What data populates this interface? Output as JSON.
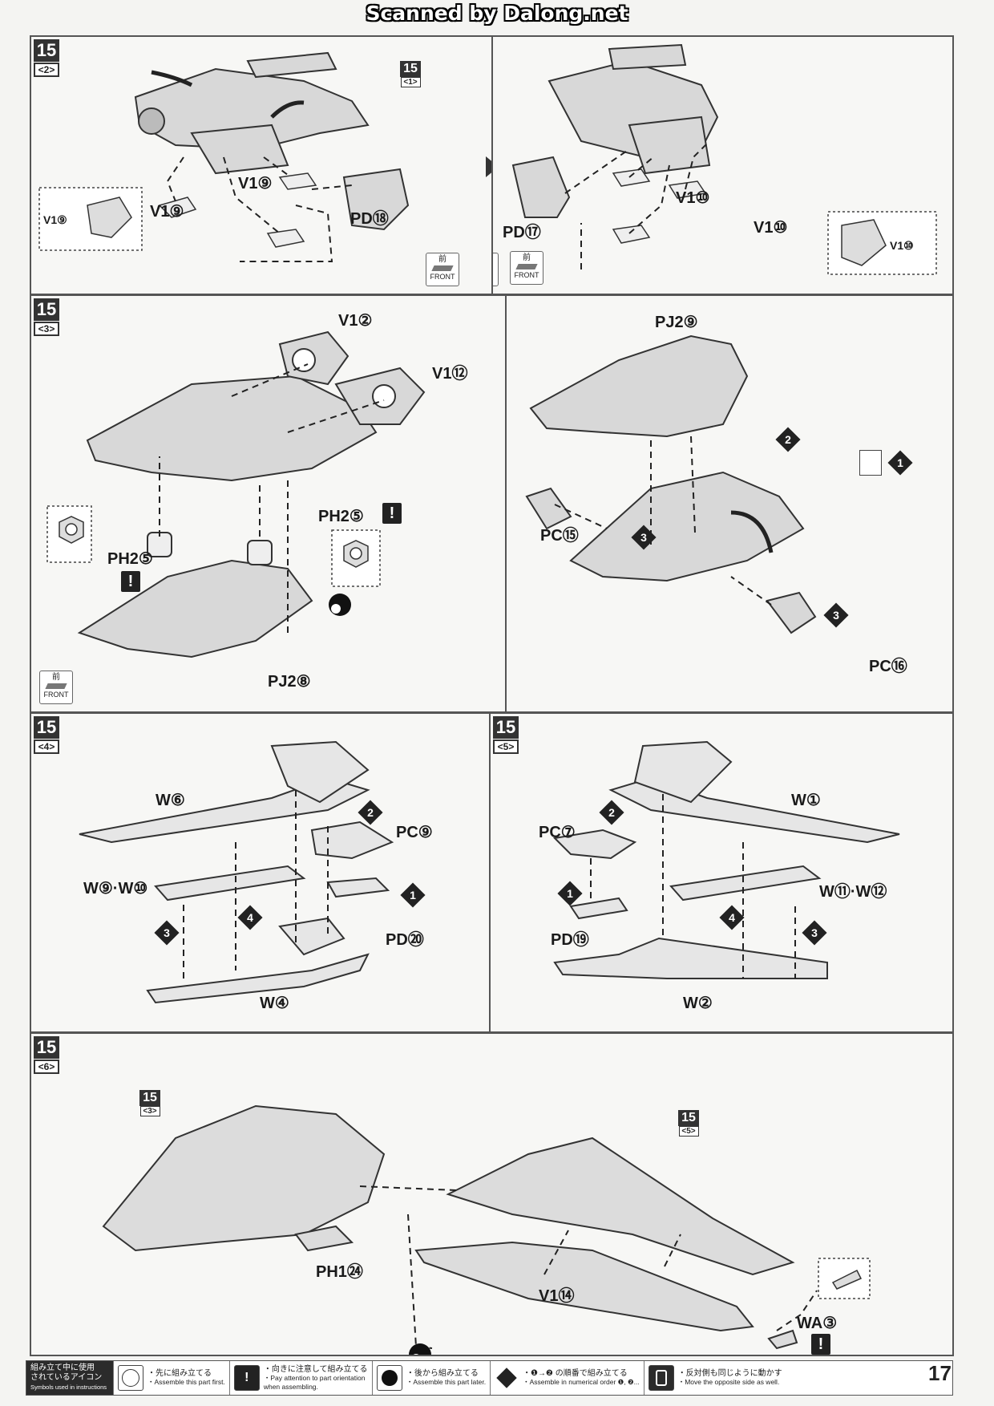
{
  "header": {
    "scan_credit": "Scanned by Dalong.net"
  },
  "panels": [
    {
      "step": "15",
      "sub": "<2>"
    },
    {
      "step": "15",
      "sub": "<3>"
    },
    {
      "step": "15",
      "sub": "<4>"
    },
    {
      "step": "15",
      "sub": "<5>"
    },
    {
      "step": "15",
      "sub": "<6>"
    }
  ],
  "refs": {
    "r1": {
      "step": "15",
      "sub": "<1>"
    },
    "r3": {
      "step": "15",
      "sub": "<3>"
    },
    "r5": {
      "step": "15",
      "sub": "<5>"
    }
  },
  "front_icon": {
    "kanji": "前",
    "text": "FRONT"
  },
  "labels": {
    "p2_v19_a": "V1⑨",
    "p2_v19_b": "V1⑨",
    "p2_v19_inset": "V1⑨",
    "p2_pd18": "PD⑱",
    "p2_pd17": "PD⑰",
    "p2_v110_a": "V1⑩",
    "p2_v110_b": "V1⑩",
    "p2_v110_inset": "V1⑩",
    "p3_v12": "V1②",
    "p3_v112": "V1⑫",
    "p3_ph25_a": "PH2⑤",
    "p3_ph25_b": "PH2⑤",
    "p3_pj28": "PJ2⑧",
    "p3_pj29": "PJ2⑨",
    "p3_pc15": "PC⑮",
    "p3_pc16": "PC⑯",
    "p4_w6": "W⑥",
    "p4_pc9": "PC⑨",
    "p4_w910": "W⑨·W⑩",
    "p4_pd20": "PD⑳",
    "p4_w4": "W④",
    "p5_w1": "W①",
    "p5_pc7": "PC⑦",
    "p5_w1112": "W⑪·W⑫",
    "p5_pd19": "PD⑲",
    "p5_w2": "W②",
    "p6_ph124": "PH1㉔",
    "p6_v114": "V1⑭",
    "p6_wa3": "WA③"
  },
  "steps": {
    "one": "1",
    "two": "2",
    "three": "3",
    "four": "4",
    "warn": "!"
  },
  "footer": {
    "title_jp_1": "組み立て中に使用",
    "title_jp_2": "されているアイコン",
    "title_en": "Symbols used in instructions",
    "items": [
      {
        "jp": "・先に組み立てる",
        "en": "・Assemble this part first."
      },
      {
        "jp": "・向きに注意して組み立てる",
        "en": "・Pay attention to part orientation when assembling."
      },
      {
        "jp": "・後から組み立てる",
        "en": "・Assemble this part later."
      },
      {
        "jp": "・❶→❷ の順番で組み立てる",
        "en": "・Assemble in numerical order ❶, ❷..."
      },
      {
        "jp": "・反対側も同じように動かす",
        "en": "・Move the opposite side as well."
      }
    ]
  },
  "page_number": "17"
}
